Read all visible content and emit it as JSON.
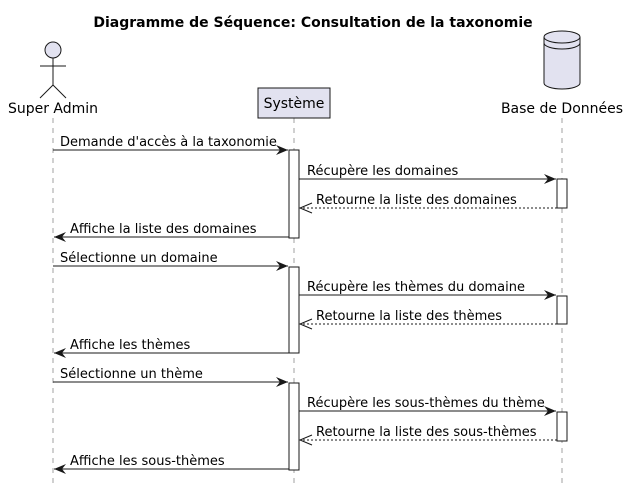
{
  "title": "Diagramme de Séquence: Consultation de la taxonomie",
  "colors": {
    "participant_fill": "#e2e2f0",
    "stroke": "#181818",
    "lifeline": "#a0a0a0",
    "activation_fill": "#ffffff",
    "background": "#ffffff"
  },
  "participants": [
    {
      "id": "admin",
      "label": "Super Admin",
      "kind": "actor"
    },
    {
      "id": "system",
      "label": "Système",
      "kind": "participant"
    },
    {
      "id": "db",
      "label": "Base de Données",
      "kind": "database"
    }
  ],
  "messages": [
    {
      "from": "admin",
      "to": "system",
      "label": "Demande d'accès à la taxonomie",
      "type": "sync"
    },
    {
      "from": "system",
      "to": "db",
      "label": "Récupère les domaines",
      "type": "sync"
    },
    {
      "from": "db",
      "to": "system",
      "label": "Retourne la liste des domaines",
      "type": "return"
    },
    {
      "from": "system",
      "to": "admin",
      "label": "Affiche la liste des domaines",
      "type": "sync"
    },
    {
      "from": "admin",
      "to": "system",
      "label": "Sélectionne un domaine",
      "type": "sync"
    },
    {
      "from": "system",
      "to": "db",
      "label": "Récupère les thèmes du domaine",
      "type": "sync"
    },
    {
      "from": "db",
      "to": "system",
      "label": "Retourne la liste des thèmes",
      "type": "return"
    },
    {
      "from": "system",
      "to": "admin",
      "label": "Affiche les thèmes",
      "type": "sync"
    },
    {
      "from": "admin",
      "to": "system",
      "label": "Sélectionne un thème",
      "type": "sync"
    },
    {
      "from": "system",
      "to": "db",
      "label": "Récupère les sous-thèmes du thème",
      "type": "sync"
    },
    {
      "from": "db",
      "to": "system",
      "label": "Retourne la liste des sous-thèmes",
      "type": "return"
    },
    {
      "from": "system",
      "to": "admin",
      "label": "Affiche les sous-thèmes",
      "type": "sync"
    }
  ]
}
